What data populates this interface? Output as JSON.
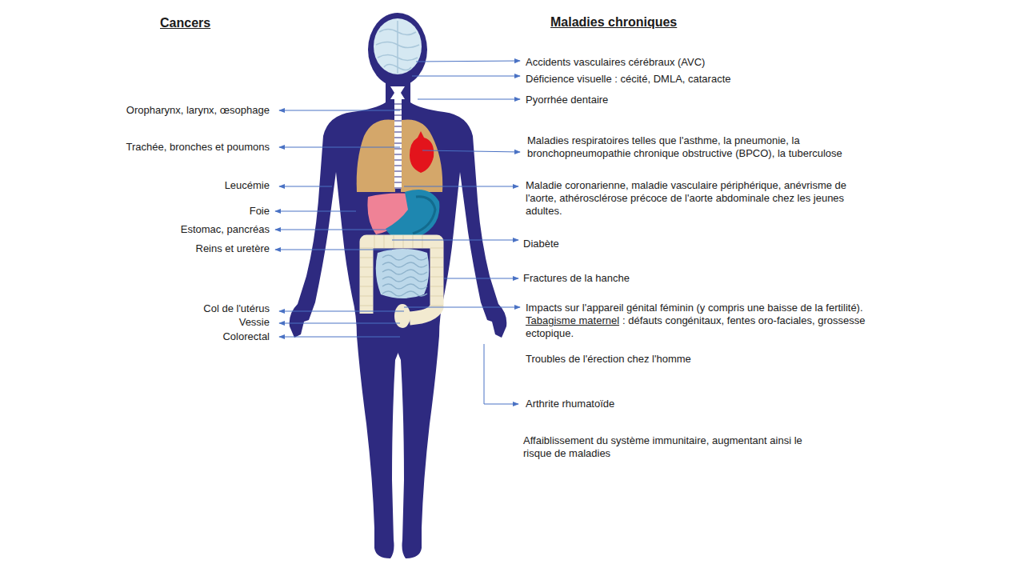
{
  "diagram": {
    "labels": [
      "Cancers",
      "Maladies chroniques",
      "Oropharynx, larynx, œsophage",
      "Trachée, bronches et poumons",
      "Leucémie",
      "Foie",
      "Estomac, pancréas",
      "Reins et uretère",
      "Col de l'utérus",
      "Vessie",
      "Colorectal",
      "Accidents vasculaires cérébraux (AVC)",
      "Déficience visuelle : cécité, DMLA, cataracte",
      "Pyorrhée dentaire",
      "Maladies respiratoires telles que l'asthme, la pneumonie, la bronchopneumopathie chronique obstructive (BPCO), la tuberculose",
      "Maladie coronarienne, maladie vasculaire périphérique, anévrisme de l'aorte, athérosclérose précoce de l'aorte abdominale chez les jeunes adultes.",
      "Diabète",
      "Fractures de la hanche",
      "Impacts sur l'appareil génital féminin (y compris une baisse de la fertilité).",
      "Tabagisme maternel",
      ": défauts congénitaux, fentes oro-faciales, grossesse ectopique.",
      "Troubles de l'érection chez l'homme",
      "Arthrite rhumatoïde",
      "Affaiblissement du système immunitaire, augmentant ainsi le risque de maladies"
    ]
  }
}
